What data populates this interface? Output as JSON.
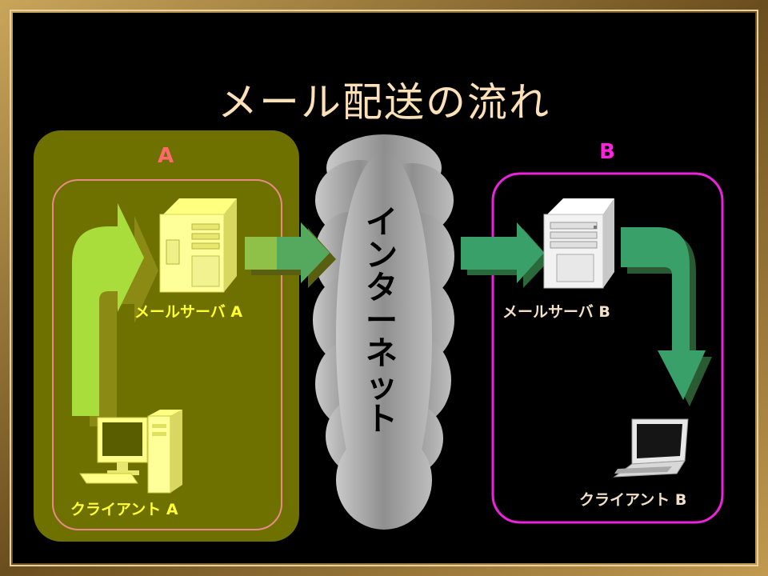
{
  "slide": {
    "title": "メール配送の流れ",
    "group_a_label": "A",
    "group_b_label": "B",
    "mail_server_a": "メールサーバ A",
    "client_a": "クライアント A",
    "internet": "インターネット",
    "mail_server_b": "メールサーバ B",
    "client_b": "クライアント B"
  },
  "colors": {
    "frame": "#8b6a2e",
    "background": "#000000",
    "group_a_fill": "#6e7000",
    "group_a_border": "#e88a8a",
    "group_b_border": "#ee22dd",
    "arrow_a": "#a8dd3c",
    "arrow_b": "#3aa06a",
    "cloud": "#9a9a9a",
    "title": "#fbe0b8"
  }
}
